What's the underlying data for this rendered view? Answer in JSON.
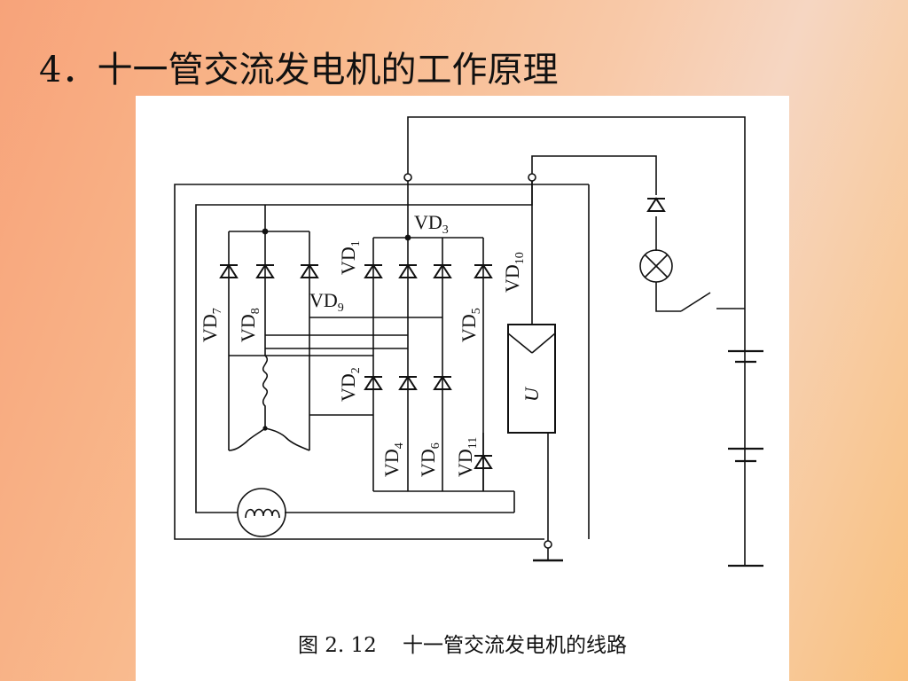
{
  "slide": {
    "title": "4．十一管交流发电机的工作原理"
  },
  "figure": {
    "caption": "图 2. 12    十一管交流发电机的线路",
    "labels": {
      "VD1": {
        "base": "VD",
        "sub": "1"
      },
      "VD2": {
        "base": "VD",
        "sub": "2"
      },
      "VD3": {
        "base": "VD",
        "sub": "3"
      },
      "VD4": {
        "base": "VD",
        "sub": "4"
      },
      "VD5": {
        "base": "VD",
        "sub": "5"
      },
      "VD6": {
        "base": "VD",
        "sub": "6"
      },
      "VD7": {
        "base": "VD",
        "sub": "7"
      },
      "VD8": {
        "base": "VD",
        "sub": "8"
      },
      "VD9": {
        "base": "VD",
        "sub": "9"
      },
      "VD10": {
        "base": "VD",
        "sub": "10"
      },
      "VD11": {
        "base": "VD",
        "sub": "11"
      },
      "regulator": "U"
    }
  }
}
